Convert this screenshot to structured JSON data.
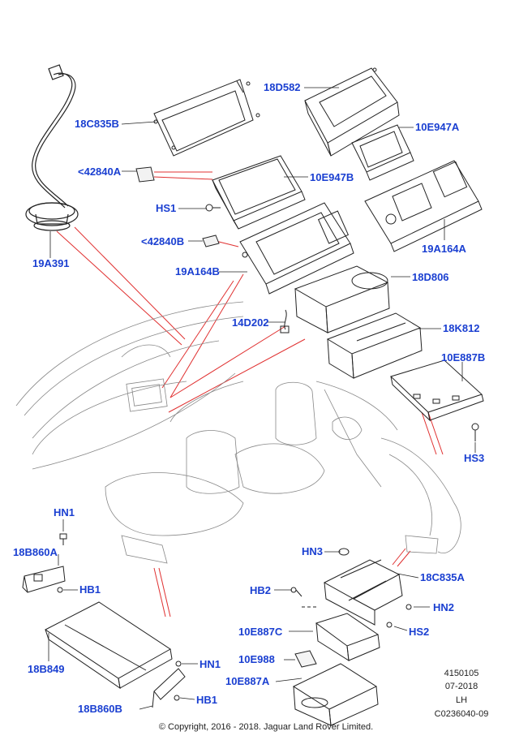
{
  "callouts": {
    "c18D582": "18D582",
    "c18C835B": "18C835B",
    "c10E947A": "10E947A",
    "c42840A": "<42840A",
    "c10E947B": "10E947B",
    "cHS1": "HS1",
    "c42840B": "<42840B",
    "c19A164A": "19A164A",
    "c19A391": "19A391",
    "c19A164B": "19A164B",
    "c18D806": "18D806",
    "c14D202": "14D202",
    "c18K812": "18K812",
    "c10E887B": "10E887B",
    "cHS3": "HS3",
    "cHN1a": "HN1",
    "c18B860A": "18B860A",
    "cHB1a": "HB1",
    "cHN3": "HN3",
    "c18C835A": "18C835A",
    "cHB2": "HB2",
    "cHN2": "HN2",
    "c10E887C": "10E887C",
    "cHS2": "HS2",
    "c10E988": "10E988",
    "c18B849": "18B849",
    "cHN1b": "HN1",
    "c10E887A": "10E887A",
    "c18B860B": "18B860B",
    "cHB1b": "HB1"
  },
  "meta": {
    "code": "4150105",
    "date": "07-2018",
    "side": "LH",
    "ref": "C0236040-09"
  },
  "copyright": "© Copyright, 2016 - 2018. Jaguar Land Rover Limited."
}
